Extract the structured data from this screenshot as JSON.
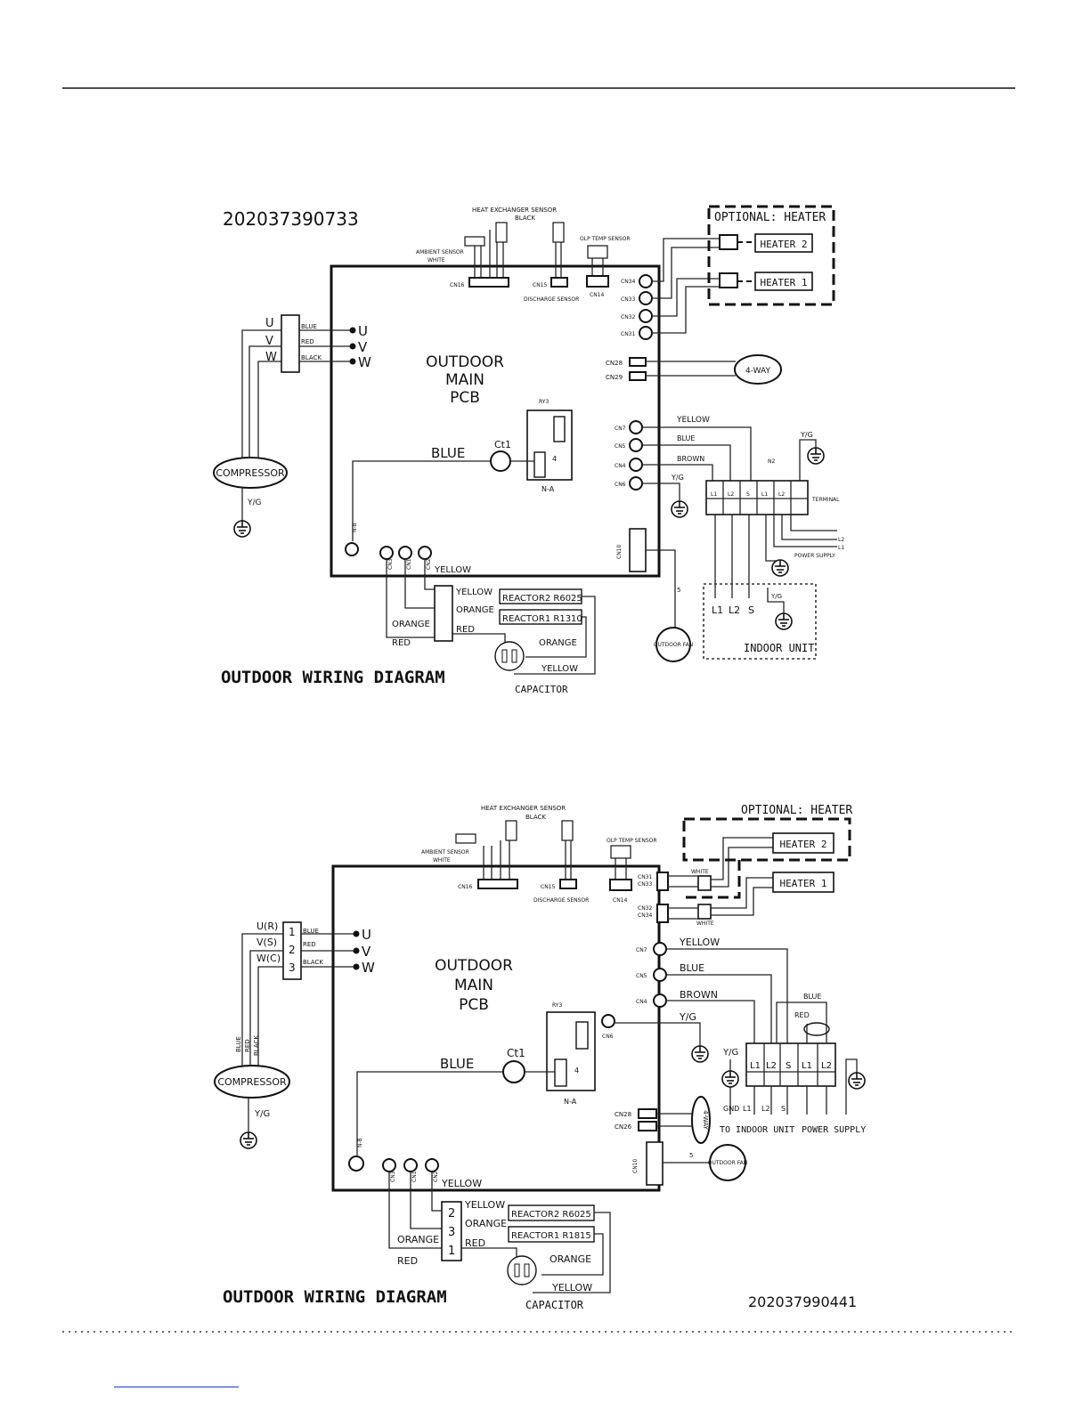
{
  "diagram1": {
    "code": "202037390733",
    "title": "OUTDOOR WIRING DIAGRAM",
    "optional_label": "OPTIONAL: HEATER",
    "heater2": "HEATER 2",
    "heater1": "HEATER 1",
    "pcb_line1": "OUTDOOR",
    "pcb_line2": "MAIN",
    "pcb_line3": "PCB",
    "heat_exchanger_sensor": "HEAT EXCHANGER SENSOR",
    "black": "BLACK",
    "ambient_sensor": "AMBIENT SENSOR",
    "white": "WHITE",
    "olp_sensor": "OLP TEMP SENSOR",
    "discharge_sensor": "DISCHARGE SENSOR",
    "cn16": "CN16",
    "cn15": "CN15",
    "cn14": "CN14",
    "cn34": "CN34",
    "cn33": "CN33",
    "cn32": "CN32",
    "cn31": "CN31",
    "cn28": "CN28",
    "cn29": "CN29",
    "cn7": "CN7",
    "cn5": "CN5",
    "cn4": "CN4",
    "cn6": "CN6",
    "cn3": "CN3",
    "cn1": "CN1",
    "cn2": "CN2",
    "cn10": "CN10",
    "nb": "N-B",
    "four_way": "4-WAY",
    "ry3": "RY3",
    "na": "N-A",
    "ct1": "Ct1",
    "blue": "BLUE",
    "yellow": "YELLOW",
    "brown": "BROWN",
    "yg": "Y/G",
    "u": "U",
    "v": "V",
    "w": "W",
    "wire_blue": "BLUE",
    "wire_red": "RED",
    "wire_black": "BLACK",
    "compressor": "COMPRESSOR",
    "reactor2": "REACTOR2 R6025",
    "reactor1": "REACTOR1 R1310",
    "orange": "ORANGE",
    "red": "RED",
    "capacitor": "CAPACITOR",
    "outdoor_fan": "OUTDOOR FAN",
    "indoor_unit": "INDOOR UNIT",
    "terminal": "TERMINAL",
    "power_supply": "POWER SUPPLY",
    "l1": "L1",
    "l2": "L2",
    "s": "S",
    "four": "4",
    "five": "5",
    "n2": "N2",
    "l2r": "L2",
    "l1r": "L1",
    "t1": "L1",
    "t2": "L2",
    "t3": "S",
    "t4": "L1",
    "t5": "L2"
  },
  "diagram2": {
    "code": "202037990441",
    "title": "OUTDOOR WIRING DIAGRAM",
    "optional_label": "OPTIONAL: HEATER",
    "heater2": "HEATER 2",
    "heater1": "HEATER 1",
    "pcb_line1": "OUTDOOR",
    "pcb_line2": "MAIN",
    "pcb_line3": "PCB",
    "heat_exchanger_sensor": "HEAT EXCHANGER SENSOR",
    "black": "BLACK",
    "ambient_sensor": "AMBIENT SENSOR",
    "white": "WHITE",
    "olp_sensor": "OLP TEMP SENSOR",
    "discharge_sensor": "DISCHARGE SENSOR",
    "cn16": "CN16",
    "cn15": "CN15",
    "cn14": "CN14",
    "cn31": "CN31",
    "cn33": "CN33",
    "cn32": "CN32",
    "cn34": "CN34",
    "white_h2": "WHITE",
    "white_h1": "WHITE",
    "cn7": "CN7",
    "cn5": "CN5",
    "cn4": "CN4",
    "cn6": "CN6",
    "cn28": "CN28",
    "cn26": "CN26",
    "cn3": "CN3",
    "cn1": "CN1",
    "cn2": "CN2",
    "cn10": "CN10",
    "nb": "N-B",
    "four_way": "4-WAY",
    "ry3": "RY3",
    "na": "N-A",
    "ct1": "Ct1",
    "blue": "BLUE",
    "yellow": "YELLOW",
    "brown": "BROWN",
    "yg": "Y/G",
    "red_small": "RED",
    "blue_small": "BLUE",
    "ur": "U(R)",
    "vs": "V(S)",
    "wc": "W(C)",
    "pin1": "1",
    "pin2": "2",
    "pin3": "3",
    "u": "U",
    "v": "V",
    "w": "W",
    "wire_blue": "BLUE",
    "wire_red": "RED",
    "wire_black": "BLACK",
    "compressor": "COMPRESSOR",
    "reactor2": "REACTOR2 R6025",
    "reactor1": "REACTOR1 R1815",
    "orange": "ORANGE",
    "red": "RED",
    "capacitor": "CAPACITOR",
    "outdoor_fan": "OUTDOOR FAN",
    "to_indoor": "TO INDOOR UNIT",
    "power_supply": "POWER SUPPLY",
    "gnd": "GND",
    "l1": "L1",
    "l2": "L2",
    "s": "S",
    "four": "4",
    "five": "5",
    "r2": "2",
    "r3": "3",
    "r1": "1"
  }
}
